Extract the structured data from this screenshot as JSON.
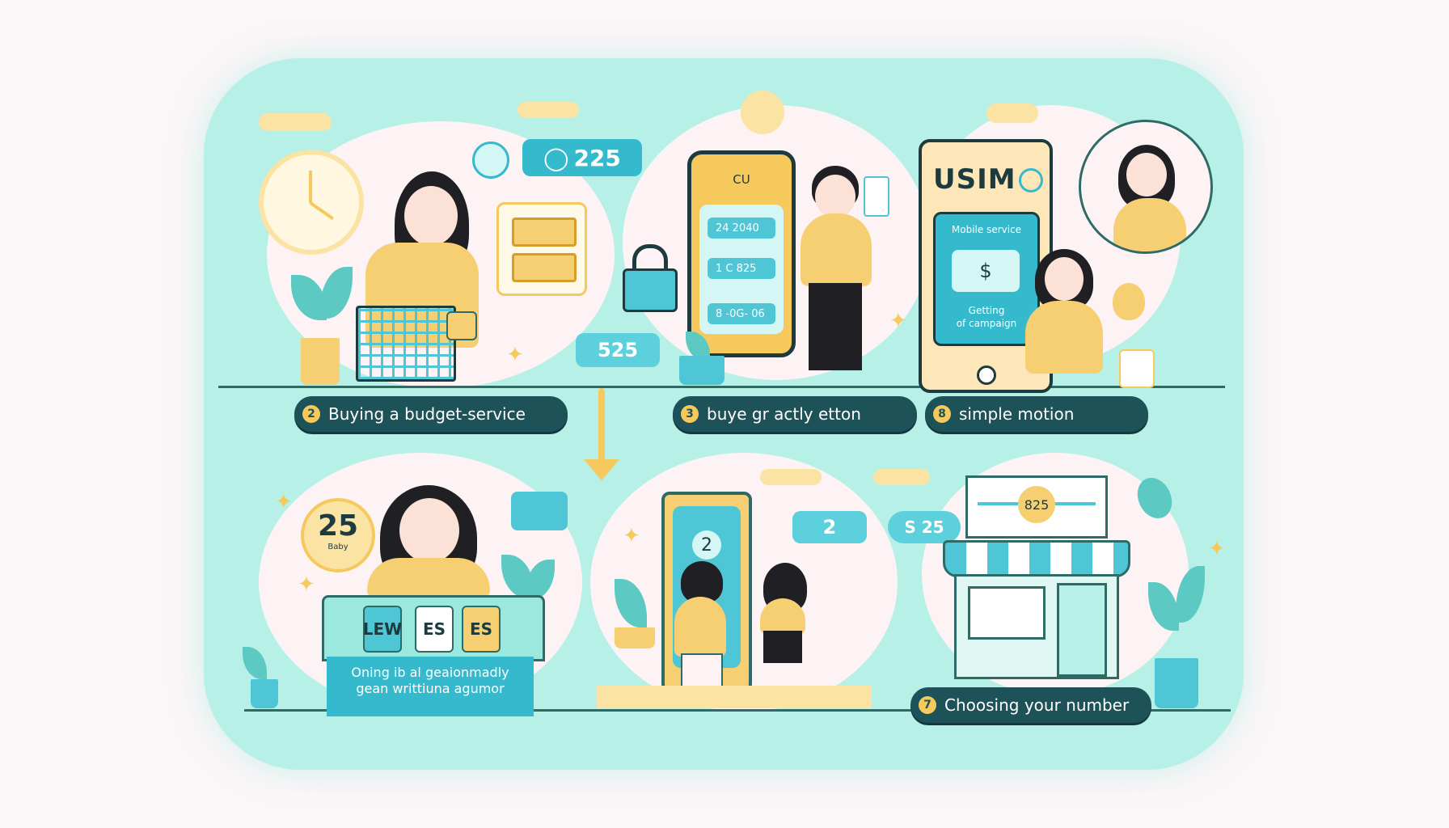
{
  "colors": {
    "panel": "#b7f0e6",
    "accent_teal": "#35b9cc",
    "accent_yellow": "#f5c95b",
    "pill_bg": "#1d5258",
    "text_dark": "#1d3b3e"
  },
  "steps": [
    {
      "num": "2",
      "label": "Buying a budget-service"
    },
    {
      "num": "3",
      "label": "buye  gr actly etton"
    },
    {
      "num": "8",
      "label": "simple motion"
    },
    {
      "num": "7",
      "label": "Choosing your number"
    }
  ],
  "price_tags": {
    "top_bubble": "225",
    "mid_tag": "525",
    "step_bubble": "2",
    "small_bubble": "S 25",
    "store_sign": "825"
  },
  "phone1": {
    "header": "CU",
    "fields": [
      "24 2040",
      "1 C 825",
      "8 -0G- 06"
    ]
  },
  "usim_phone": {
    "title": "USIM",
    "screen_top": "Mobile service",
    "screen_bottom_line1": "Getting",
    "screen_bottom_line2": "of campaign",
    "coin_symbol": "$"
  },
  "badge": {
    "value": "25",
    "sub": "Baby"
  },
  "counter_cards": [
    "LEW",
    "ES",
    "ES"
  ],
  "banner": {
    "line1": "Oning ib al geaionmadly",
    "line2": "gean writtiuna agumor"
  },
  "tall_phone_number": "2",
  "icons": [
    "clock-icon",
    "cart-icon",
    "lock-icon",
    "sim-card-icon",
    "coin-icon",
    "sparkle-icon",
    "store-icon"
  ]
}
